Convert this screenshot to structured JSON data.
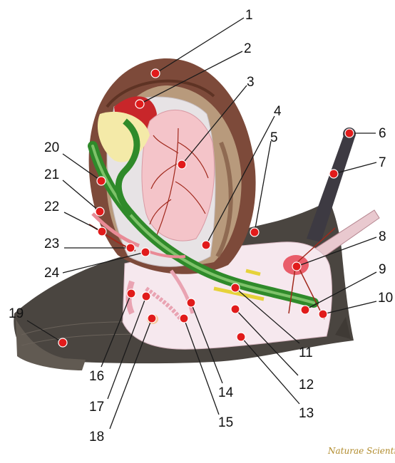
{
  "labels": [
    "1",
    "2",
    "3",
    "4",
    "5",
    "6",
    "7",
    "8",
    "9",
    "10",
    "11",
    "12",
    "13",
    "14",
    "15",
    "16",
    "17",
    "18",
    "19",
    "20",
    "21",
    "22",
    "23",
    "24"
  ],
  "watermark": "Naturae Scientia",
  "colors": {
    "body": "#4a4540",
    "foot": "#615a52",
    "shell_outer": "#7d4a3a",
    "shell_light": "#b89a7c",
    "mantle": "#e7e3e5",
    "lung": "#f4c4c9",
    "vessel": "#a0281c",
    "gut": "#2f8a2a",
    "gut_light": "#7ec26a",
    "gland": "#f4eaa8",
    "marker": "#e11b1b"
  }
}
